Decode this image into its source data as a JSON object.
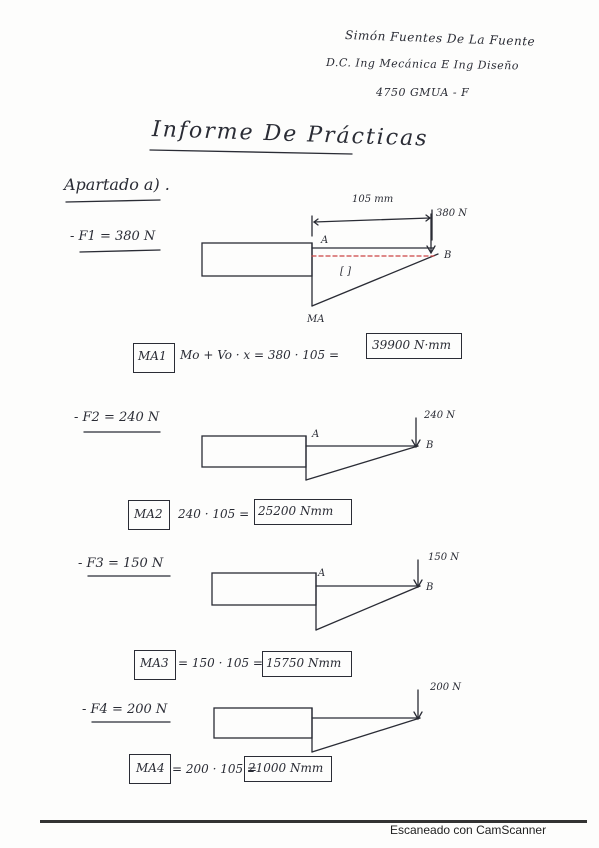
{
  "header": {
    "author": "Simón Fuentes De La Fuente",
    "degree": "D.C. Ing Mecánica E Ing Diseño",
    "id": "4750 GMUA - F"
  },
  "title": "Informe De Prácticas",
  "section": "Apartado a) .",
  "dimension": "105 mm",
  "cases": [
    {
      "force_label": "- F1 = 380 N",
      "load_label": "380 N",
      "point_a": "A",
      "point_b": "B",
      "section_label": "[ ]",
      "moment_label": "MA",
      "equation_lhs": "MA1",
      "equation_mid": "Mo + Vo · x  =  380 · 105 =",
      "equation_result": "39900 N·mm"
    },
    {
      "force_label": "- F2 = 240 N",
      "load_label": "240 N",
      "point_a": "A",
      "point_b": "B",
      "equation_lhs": "MA2",
      "equation_mid": "240 · 105 =",
      "equation_result": "25200 Nmm"
    },
    {
      "force_label": "- F3 = 150 N",
      "load_label": "150 N",
      "point_a": "A",
      "point_b": "B",
      "equation_lhs": "MA3",
      "equation_mid": "= 150 · 105 =",
      "equation_result": "15750 Nmm"
    },
    {
      "force_label": "- F4 = 200 N",
      "load_label": "200 N",
      "equation_lhs": "MA4",
      "equation_mid": "= 200 · 105 =",
      "equation_result": "21000 Nmm"
    }
  ],
  "footer": "Escaneado con CamScanner"
}
